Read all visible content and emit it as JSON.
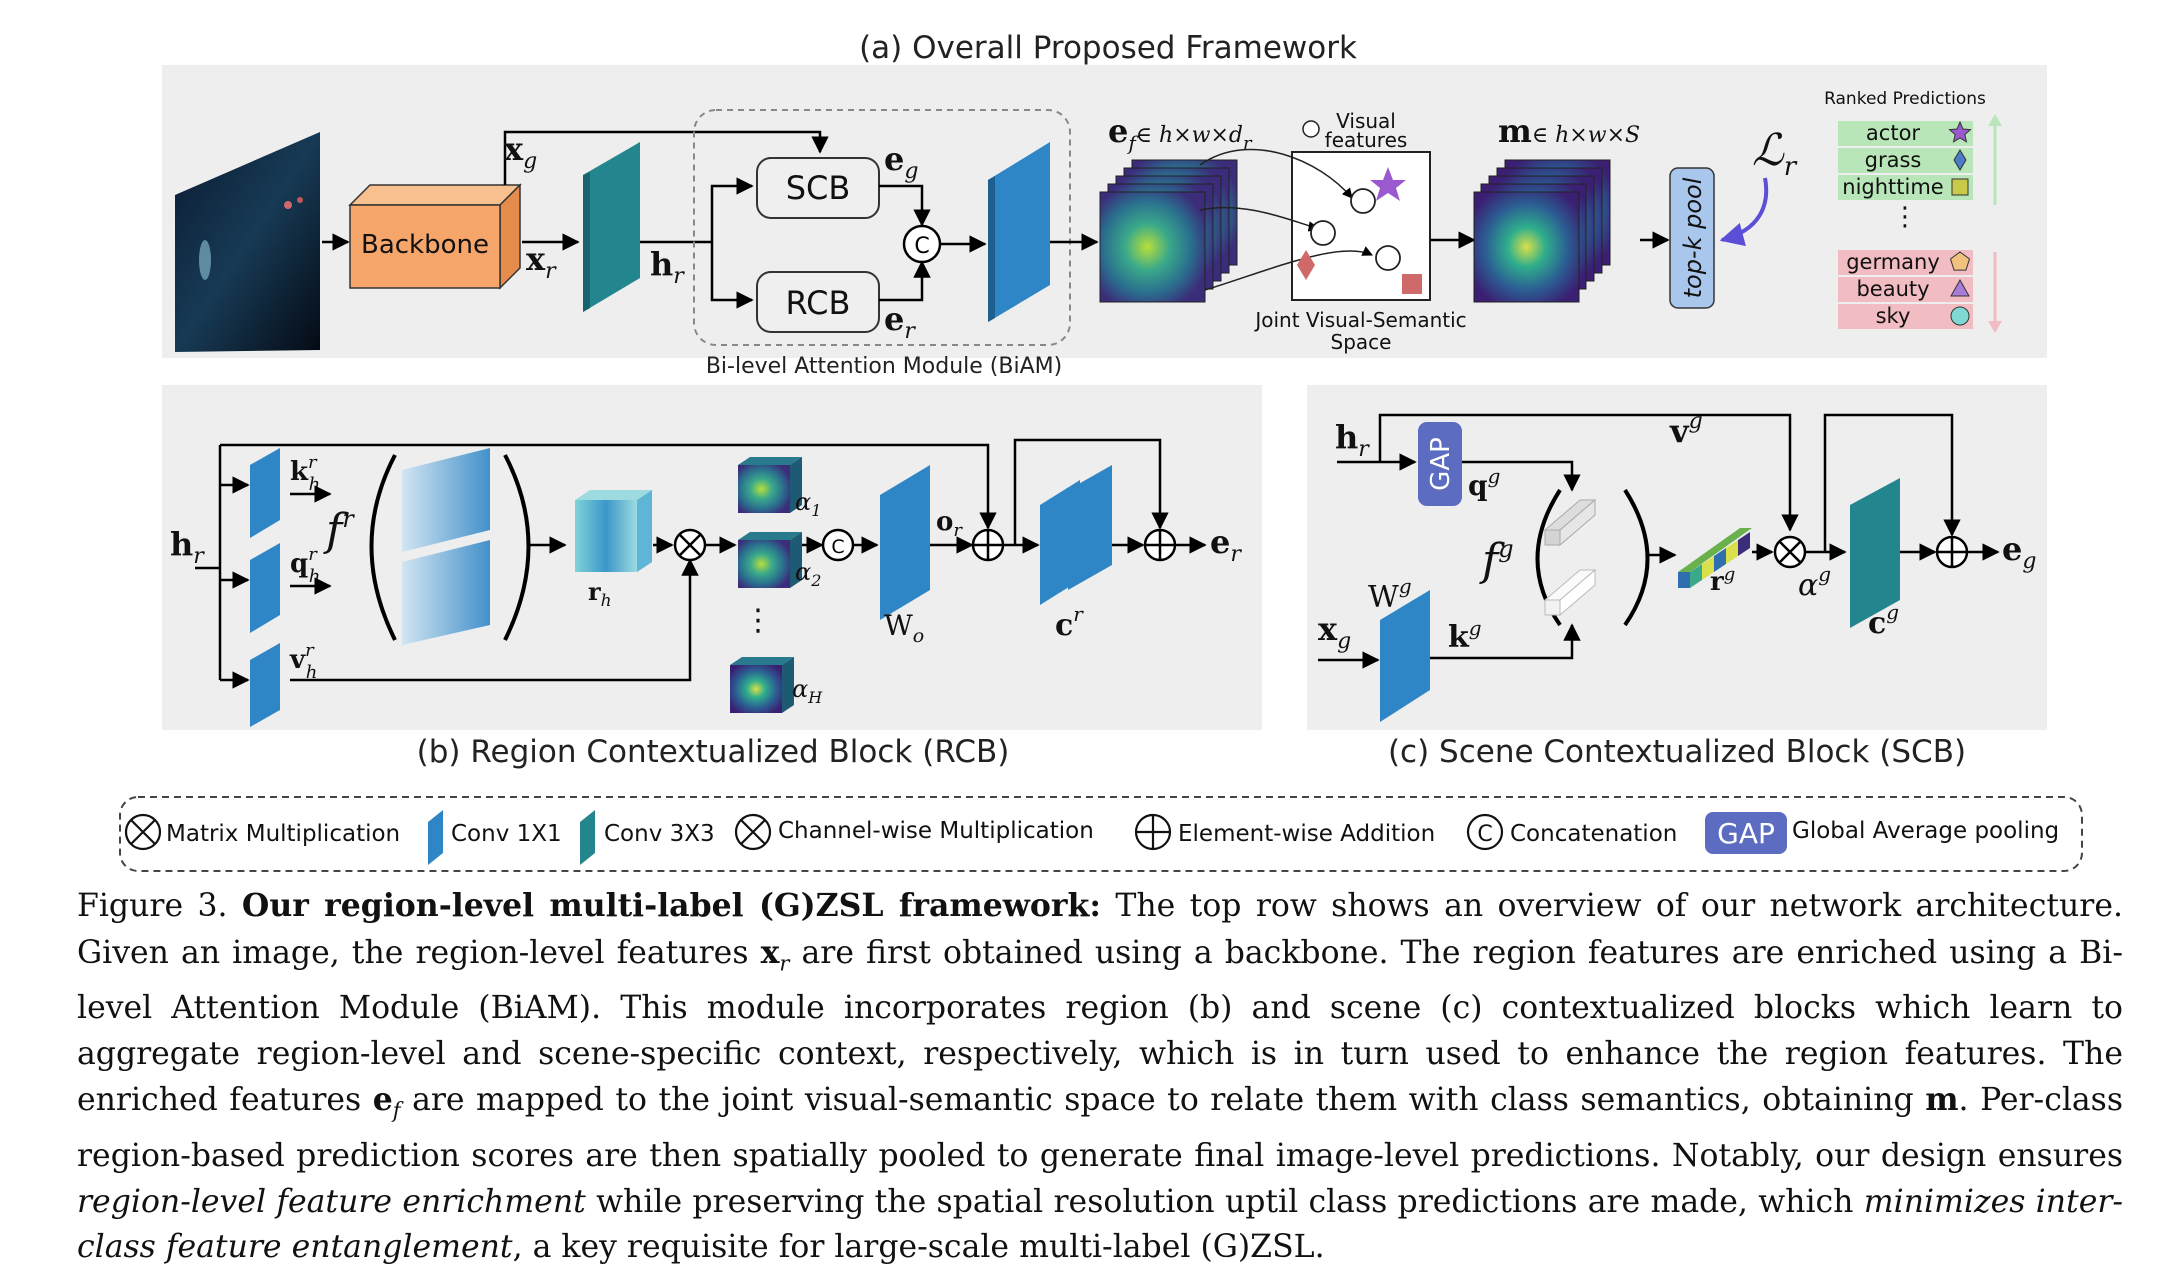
{
  "panel_a": {
    "title": "(a) Overall Proposed Framework",
    "backbone": "Backbone",
    "x_g": "x",
    "x_g_sub": "g",
    "x_r": "x",
    "x_r_sub": "r",
    "h_r": "h",
    "h_r_sub": "r",
    "scb": "SCB",
    "rcb": "RCB",
    "e_g": "e",
    "e_g_sub": "g",
    "e_r": "e",
    "e_r_sub": "r",
    "concat": "C",
    "biam": "Bi-level Attention Module (BiAM)",
    "ef": "e",
    "ef_sub": "f",
    "ef_dim": "∈ h×w×d",
    "ef_dim_sub": "r",
    "visual_features_1": "Visual",
    "visual_features_2": "features",
    "space_1": "Joint Visual-Semantic",
    "space_2": "Space",
    "m": "m",
    "m_dim": "∈ h×w×S",
    "topk": "top-k pool",
    "loss": "ℒ",
    "loss_sub": "r",
    "ranked_title": "Ranked Predictions",
    "ranked_top": [
      {
        "label": "actor",
        "marker": "star",
        "color": "#9b59d0"
      },
      {
        "label": "grass",
        "marker": "diamond",
        "color": "#4a7cc7"
      },
      {
        "label": "nighttime",
        "marker": "square",
        "color": "#c9c94a"
      }
    ],
    "ranked_bottom": [
      {
        "label": "germany",
        "marker": "pentagon",
        "color": "#f1c27d"
      },
      {
        "label": "beauty",
        "marker": "triangle",
        "color": "#a77bd6"
      },
      {
        "label": "sky",
        "marker": "circle",
        "color": "#7fd8d4"
      }
    ],
    "dots": "⋮"
  },
  "panel_b": {
    "caption": "(b) Region Contextualized Block (RCB)",
    "h_r": "h",
    "h_r_sub": "r",
    "k": "k",
    "k_sup": "r",
    "k_sub": "h",
    "q": "q",
    "q_sup": "r",
    "q_sub": "h",
    "v": "v",
    "v_sup": "r",
    "v_sub": "h",
    "f": "f",
    "f_sup": "r",
    "r_h": "r",
    "r_h_sub": "h",
    "alpha1": "α",
    "alpha1_sub": "1",
    "alpha2": "α",
    "alpha2_sub": "2",
    "alphaH": "α",
    "alphaH_sub": "H",
    "w_o": "W",
    "w_o_sub": "o",
    "o_r": "o",
    "o_r_sub": "r",
    "c_r": "c",
    "c_r_sup": "r",
    "e_r": "e",
    "e_r_sub": "r"
  },
  "panel_c": {
    "caption": "(c) Scene Contextualized Block (SCB)",
    "h_r": "h",
    "h_r_sub": "r",
    "gap": "GAP",
    "q_g": "q",
    "q_g_sup": "g",
    "v_g": "v",
    "v_g_sup": "g",
    "f_g": "f",
    "f_g_sup": "g",
    "w_g": "W",
    "w_g_sup": "g",
    "x_g": "x",
    "x_g_sub": "g",
    "k_g": "k",
    "k_g_sup": "g",
    "r_g": "r",
    "r_g_sup": "g",
    "alpha_g": "α",
    "alpha_g_sup": "g",
    "c_g": "c",
    "c_g_sup": "g",
    "e_g": "e",
    "e_g_sub": "g"
  },
  "legend": {
    "matmul": "Matrix Multiplication",
    "conv1": "Conv 1X1",
    "conv3": "Conv 3X3",
    "chanmul": "Channel-wise Multiplication",
    "add": "Element-wise Addition",
    "concat": "Concatenation",
    "gap": "GAP",
    "gap_desc": "Global Average pooling"
  },
  "colors": {
    "conv1": "#2f86c6",
    "conv3": "#23868f",
    "backbone": "#f6a66a",
    "panel_bg": "#eeeeee",
    "gap": "#5b6cc1",
    "topk": "#a9c7ec",
    "rank_green": "#b9e6b9",
    "rank_red": "#f1bcc2"
  },
  "caption": {
    "fig_label": "Figure 3.",
    "bold_title": "Our region-level multi-label (G)ZSL framework:",
    "s1": "The top row shows an overview of our network architecture.  Given an image, the region-level features",
    "xr": "x",
    "xr_sub": "r",
    "s2": "are first obtained using a backbone. The region features are enriched using a Bi-level Attention Module (BiAM). This module incorporates region (b) and scene (c) contextualized blocks which learn to aggregate region-level and scene-specific context, respectively, which is in turn used to enhance the region features. The enriched features",
    "ef": "e",
    "ef_sub": "f",
    "s3": "are mapped to the joint visual-semantic space to relate them with class semantics, obtaining",
    "m": "m",
    "s4": ". Per-class region-based prediction scores are then spatially pooled to generate final image-level predictions.  Notably, our design ensures",
    "i1": "region-level feature enrichment",
    "s5": "while preserving the spatial resolution uptil class predictions are made, which",
    "i2": "minimizes inter-class feature entanglement",
    "s6": ", a key requisite for large-scale multi-label (G)ZSL."
  }
}
